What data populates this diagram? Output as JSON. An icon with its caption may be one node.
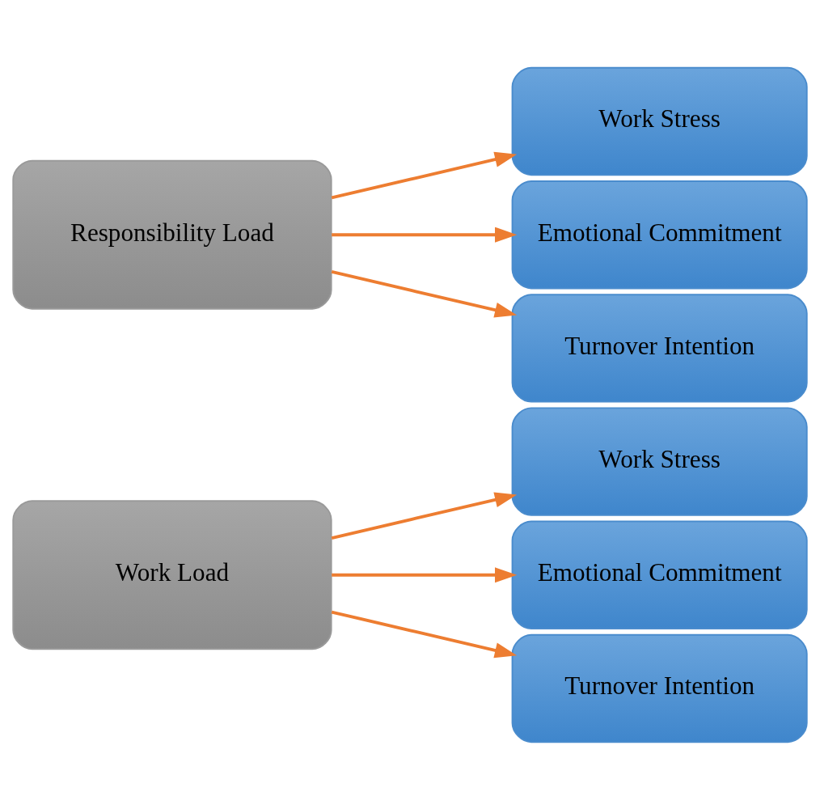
{
  "diagram": {
    "nodes": [
      {
        "text": [
          "Work Load"
        ]
      },
      {
        "text": [
          "Work Stress"
        ]
      },
      {
        "text": [
          "Emotional Commitment"
        ]
      },
      {
        "text": [
          "Turnover Intention"
        ]
      },
      {
        "text": [
          "Responsibility Load"
        ]
      },
      {
        "text": [
          "Work Stress"
        ]
      },
      {
        "text": [
          "Emotional Commitment"
        ]
      },
      {
        "text": [
          "Turnover Intention"
        ]
      }
    ],
    "edges": [
      {
        "from": 0,
        "to": 1,
        "arrow": "to"
      },
      {
        "from": 0,
        "to": 2,
        "arrow": "to"
      },
      {
        "from": 0,
        "to": 3,
        "arrow": "to"
      },
      {
        "from": 4,
        "to": 5,
        "arrow": "to"
      },
      {
        "from": 4,
        "to": 6,
        "arrow": "to"
      },
      {
        "from": 4,
        "to": 7,
        "arrow": "to"
      }
    ]
  }
}
